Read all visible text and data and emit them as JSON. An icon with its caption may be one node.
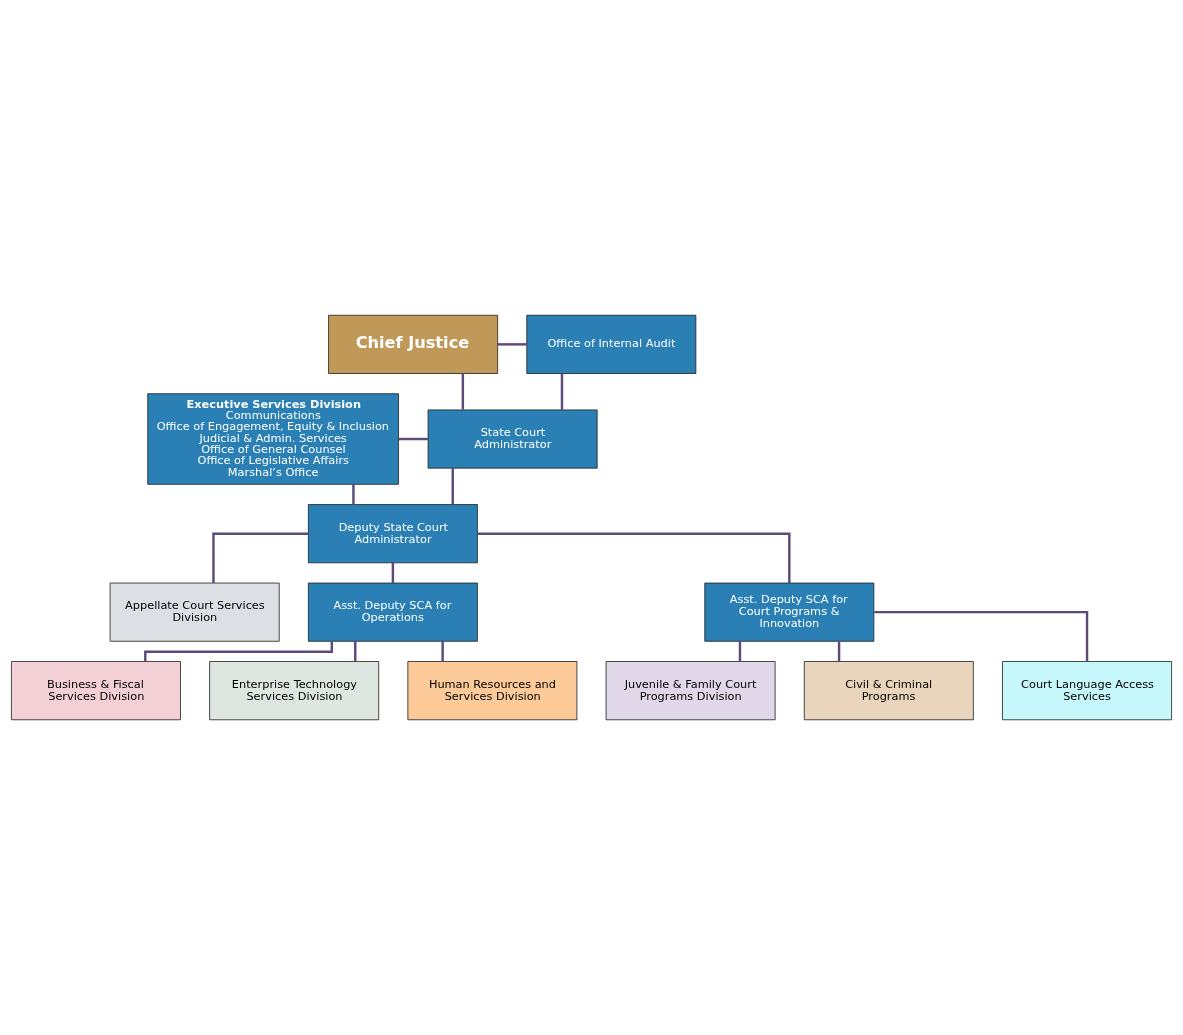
{
  "diagram": {
    "nodes": [
      {
        "text": [
          "Chief Justice"
        ]
      },
      {
        "text": [
          "Office of Internal Audit"
        ]
      },
      {
        "text": [
          "Executive Services Division",
          "Communications",
          "Office of Engagement, Equity & Inclusion",
          "Judicial & Admin. Services",
          "Office of General Counsel",
          "Office of Legislative Affairs",
          "Marshal’s Office"
        ]
      },
      {
        "text": [
          "State Court Administrator"
        ]
      },
      {
        "text": [
          "Deputy State Court Administrator"
        ]
      },
      {
        "text": [
          "Appellate Court Services Division"
        ]
      },
      {
        "text": [
          "Asst. Deputy SCA for Operations"
        ]
      },
      {
        "text": [
          "Asst. Deputy SCA for Court Programs & Innovation"
        ]
      },
      {
        "text": [
          "Business & Fiscal Services Division"
        ]
      },
      {
        "text": [
          "Juvenile & Family Court Programs Division"
        ]
      },
      {
        "text": [
          "Enterprise Technology Services Division"
        ]
      },
      {
        "text": [
          "Civil & Criminal Programs"
        ]
      },
      {
        "text": [
          "Human Resources and Services Division"
        ]
      },
      {
        "text": [
          "Court Language Access Services"
        ]
      }
    ],
    "edges": [
      {
        "from": 0,
        "to": 1,
        "arrow": "none"
      },
      {
        "from": 0,
        "to": 3,
        "arrow": "none"
      },
      {
        "from": 3,
        "to": 1,
        "arrow": "none"
      },
      {
        "from": 2,
        "to": 3,
        "arrow": "none"
      },
      {
        "from": 2,
        "to": 4,
        "arrow": "none"
      },
      {
        "from": 3,
        "to": 4,
        "arrow": "none"
      },
      {
        "from": 4,
        "to": 5,
        "arrow": "none"
      },
      {
        "from": 4,
        "to": 6,
        "arrow": "none"
      },
      {
        "from": 4,
        "to": 7,
        "arrow": "none"
      },
      {
        "from": 6,
        "to": 8,
        "arrow": "none"
      },
      {
        "from": 6,
        "to": 10,
        "arrow": "none"
      },
      {
        "from": 6,
        "to": 12,
        "arrow": "none"
      },
      {
        "from": 7,
        "to": 9,
        "arrow": "none"
      },
      {
        "from": 7,
        "to": 11,
        "arrow": "none"
      },
      {
        "from": 7,
        "to": 13,
        "arrow": "none"
      }
    ]
  }
}
